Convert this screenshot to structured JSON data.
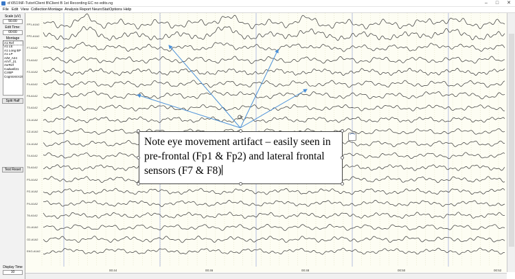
{
  "window": {
    "title": "d:\\051\\NF-Tutor\\Client B\\Client B 1st Recording EC no edits.ng",
    "min": "–",
    "max": "□",
    "close": "✕"
  },
  "menu": [
    "File",
    "Edit",
    "View",
    "Collection",
    "Montage",
    "Analysis",
    "Report",
    "NeuroStat",
    "Options",
    "Help"
  ],
  "sidebar": {
    "scale_label": "Scale (uV)",
    "scale_value": "50.00",
    "edit_time_label": "Edit Time:",
    "edit_time_value": "00:00",
    "montage_label": "Montage",
    "montages": [
      "A1 Ref",
      "A1 LE",
      "A1 Long BP",
      "A1 LP",
      "A/M_A24",
      "A/VT_21",
      "AvrRef",
      "Cadwell21",
      "CzrBP",
      "Cognionics19"
    ],
    "split_half": "Split Half",
    "test_reset": "Test Reset",
    "display_time_label": "Display Time",
    "display_time_value": "10"
  },
  "eeg": {
    "channels": [
      "FP1-A1A2",
      "FP2-A1A2",
      "F7-A1A2",
      "F3-A1A2",
      "FZ-A1A2",
      "F4-A1A2",
      "F8-A1A2",
      "T3-A1A2",
      "C3-A1A2",
      "CZ-A1A2",
      "C4-A1A2",
      "T4-A1A2",
      "T5-A1A2",
      "P3-A1A2",
      "PZ-A1A2",
      "P4-A1A2",
      "T6-A1A2",
      "O1-A1A2",
      "O2-A1A2",
      "EKG-A1A2"
    ],
    "time_labels": [
      "00:44",
      "00:46",
      "00:48",
      "00:50",
      "00:52"
    ],
    "trace_color": "#333333",
    "grid_color": "#cfcfa0",
    "major_grid_color": "#9aa6d8",
    "background": "#fdfdf3"
  },
  "annotation": {
    "text": "Note eye movement artifact – easily seen in pre-frontal (Fp1 & Fp2) and lateral frontal sensors (F7 & F8)",
    "arrow_color": "#4a90d9"
  }
}
